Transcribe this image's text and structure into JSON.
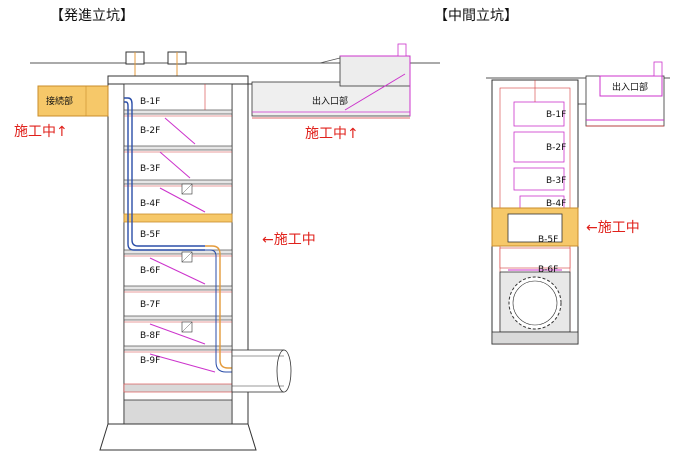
{
  "titles": {
    "departure_shaft": "【発進立坑】",
    "intermediate_shaft": "【中間立坑】"
  },
  "labels": {
    "connection": "接続部",
    "entrance_left": "出入口部",
    "entrance_right": "出入口部"
  },
  "status": {
    "connection": "施工中↑",
    "entrance": "施工中↑",
    "left_b5f": "←施工中",
    "right_b5f": "←施工中"
  },
  "departure_floors": [
    "B-1F",
    "B-2F",
    "B-3F",
    "B-4F",
    "B-5F",
    "B-6F",
    "B-7F",
    "B-8F",
    "B-9F"
  ],
  "intermediate_floors": [
    "B-1F",
    "B-2F",
    "B-3F",
    "B-4F",
    "B-5F",
    "B-6F"
  ],
  "colors": {
    "construction": "#f6c869",
    "status_text": "#e0211b",
    "pipe_blue": "#2b4ea8",
    "pipe_orange": "#e49b3c",
    "magenta": "#cc33cc",
    "red_line": "#d63a3a",
    "gray_fill": "#d9d9d9"
  }
}
